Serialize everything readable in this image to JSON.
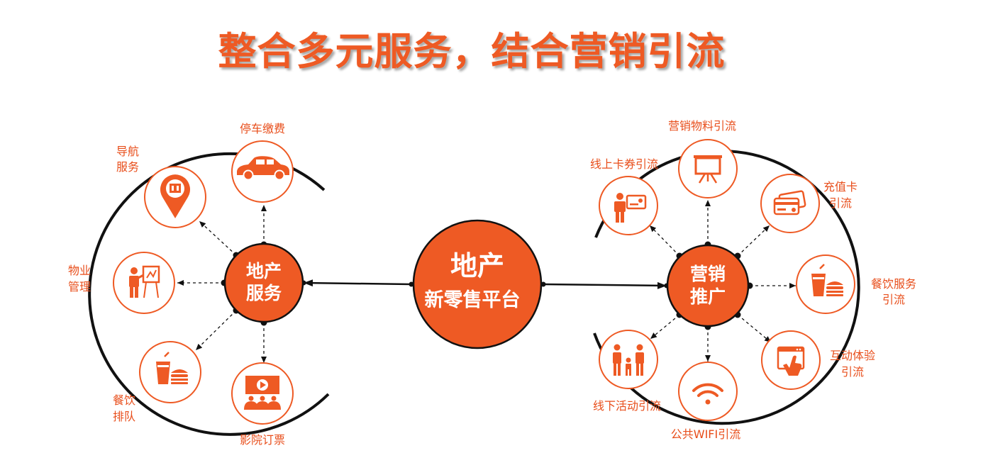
{
  "title": "整合多元服务，结合营销引流",
  "colors": {
    "accent": "#ee5a24",
    "label": "#e84e1b",
    "line": "#111111"
  },
  "center": {
    "line1": "地产",
    "line2": "新零售平台"
  },
  "left_hub": {
    "line1": "地产",
    "line2": "服务"
  },
  "right_hub": {
    "line1": "营销",
    "line2": "推广"
  },
  "left_items": [
    {
      "label": [
        "停车缴费"
      ],
      "icon": "car-icon"
    },
    {
      "label": [
        "导航",
        "服务"
      ],
      "icon": "map-pin-icon"
    },
    {
      "label": [
        "物业",
        "管理"
      ],
      "icon": "presenter-icon"
    },
    {
      "label": [
        "餐饮",
        "排队"
      ],
      "icon": "food-icon"
    },
    {
      "label": [
        "影院订票"
      ],
      "icon": "cinema-icon"
    }
  ],
  "right_items": [
    {
      "label": [
        "营销物料引流"
      ],
      "icon": "easel-icon"
    },
    {
      "label": [
        "线上卡券引流"
      ],
      "icon": "person-card-icon"
    },
    {
      "label": [
        "充值卡",
        "引流"
      ],
      "icon": "cards-icon"
    },
    {
      "label": [
        "餐饮服务",
        "引流"
      ],
      "icon": "food-icon"
    },
    {
      "label": [
        "互动体验",
        "引流"
      ],
      "icon": "touch-browser-icon"
    },
    {
      "label": [
        "线下活动引流"
      ],
      "icon": "family-icon"
    },
    {
      "label": [
        "公共WIFI引流"
      ],
      "icon": "wifi-icon"
    }
  ]
}
